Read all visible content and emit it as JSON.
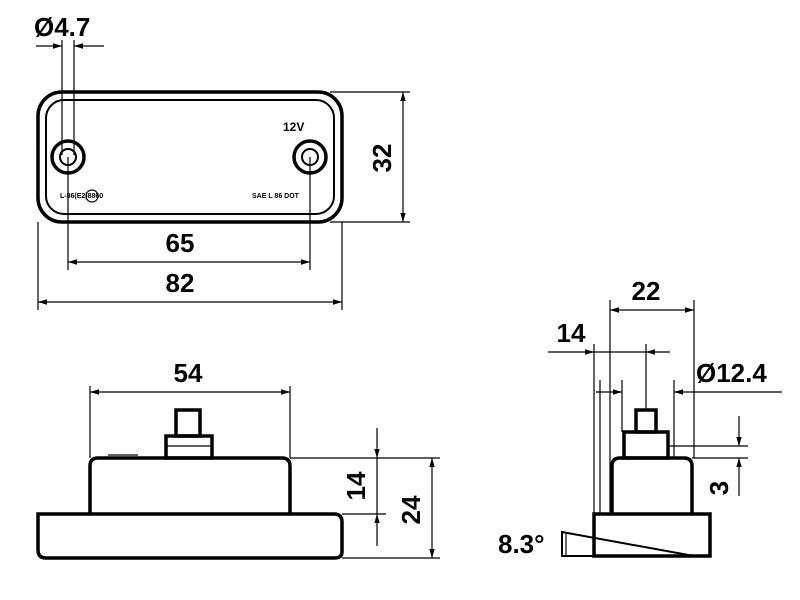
{
  "top_view": {
    "hole_diameter": "Ø4.7",
    "voltage_label": "12V",
    "marking_left": "L-86(E2)8860",
    "marking_right": "SAE L 86 DOT",
    "width_holes": "65",
    "width_total": "82",
    "height": "32"
  },
  "front_view": {
    "housing_width": "54",
    "housing_height": "14",
    "total_height": "24"
  },
  "side_view": {
    "width": "22",
    "offset": "14",
    "post_diameter": "Ø12.4",
    "post_height": "3",
    "angle": "8.3°"
  }
}
